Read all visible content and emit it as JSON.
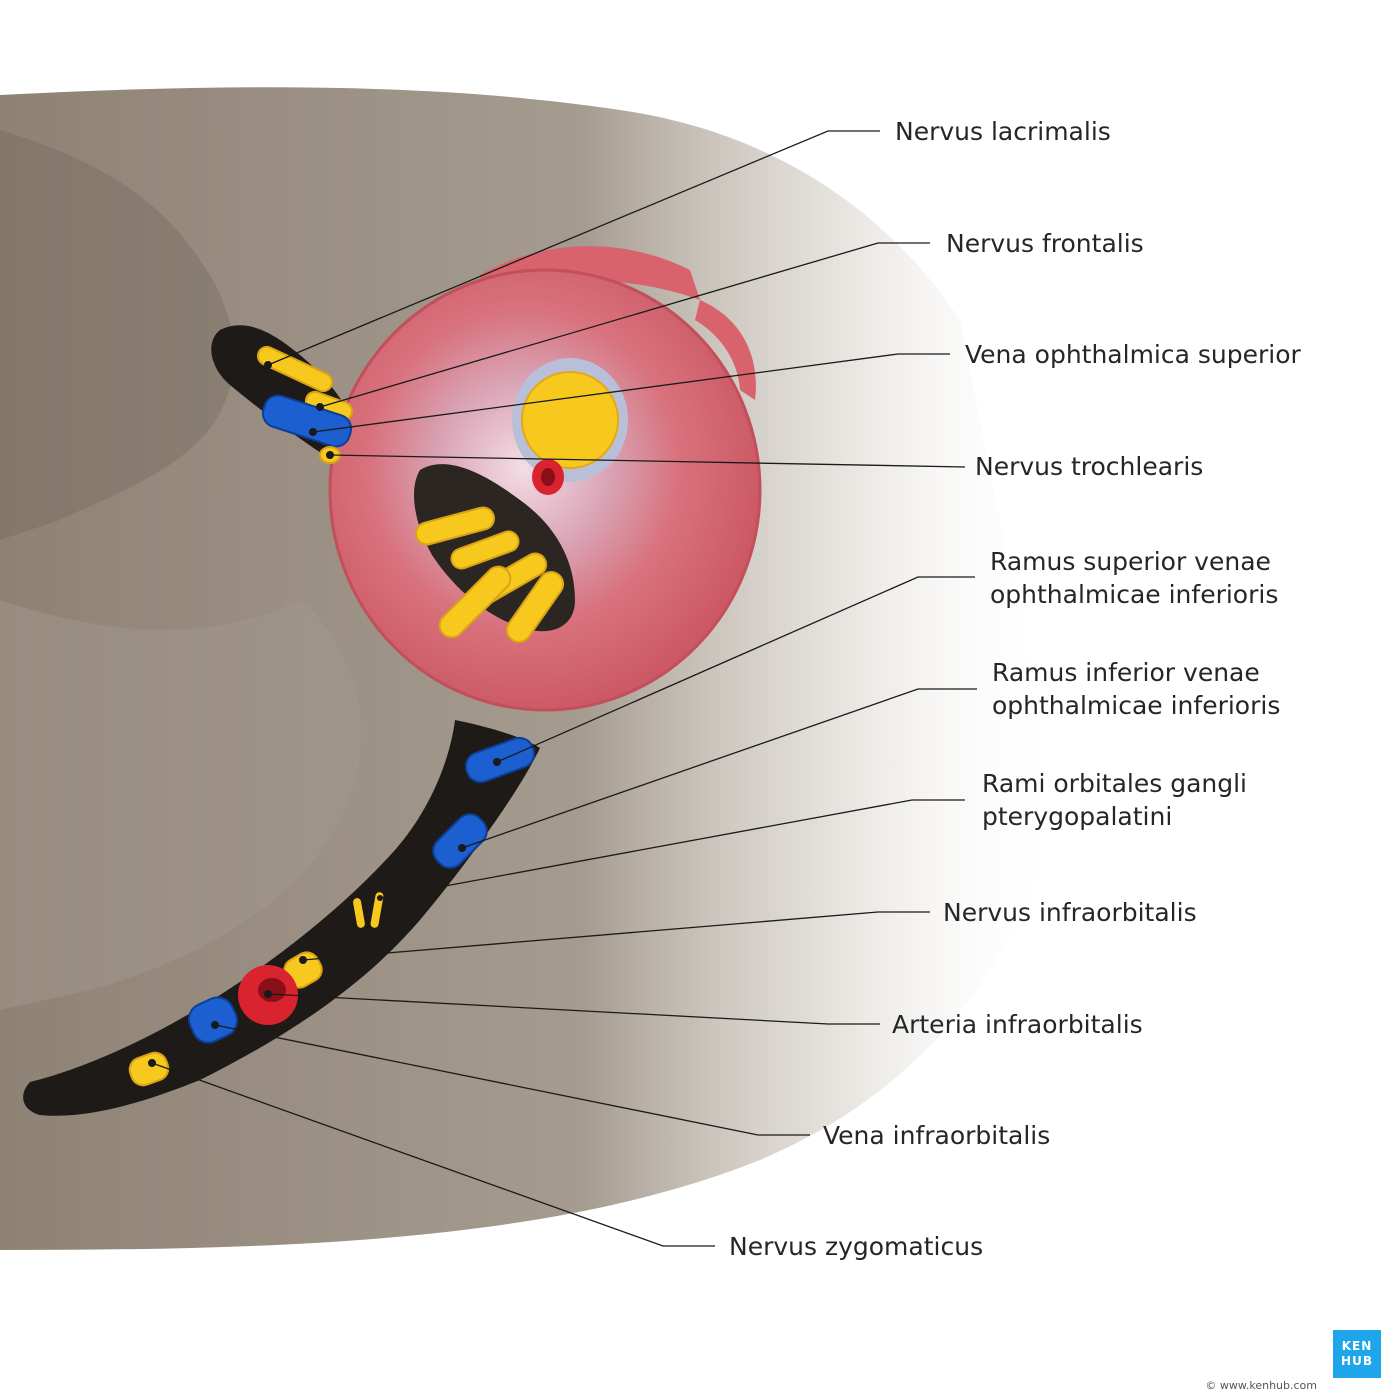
{
  "labels": {
    "nervus_lacrimalis": "Nervus lacrimalis",
    "nervus_frontalis": "Nervus frontalis",
    "vena_ophthalmica_superior": "Vena ophthalmica superior",
    "nervus_trochlearis": "Nervus trochlearis",
    "ramus_superior_line1": "Ramus superior venae",
    "ramus_superior_line2": "ophthalmicae inferioris",
    "ramus_inferior_line1": "Ramus inferior venae",
    "ramus_inferior_line2": "ophthalmicae inferioris",
    "rami_orbitales_line1": "Rami orbitales gangli",
    "rami_orbitales_line2": "pterygopalatini",
    "nervus_infraorbitalis": "Nervus infraorbitalis",
    "arteria_infraorbitalis": "Arteria infraorbitalis",
    "vena_infraorbitalis": "Vena infraorbitalis",
    "nervus_zygomaticus": "Nervus zygomaticus"
  },
  "footer": {
    "url": "© www.kenhub.com",
    "logo_line1": "KEN",
    "logo_line2": "HUB"
  },
  "colors": {
    "nerve": "#f7c81e",
    "vein": "#1c5fd0",
    "artery": "#d9232f",
    "muscle": "#e36a73",
    "bone": "#8e8274"
  }
}
